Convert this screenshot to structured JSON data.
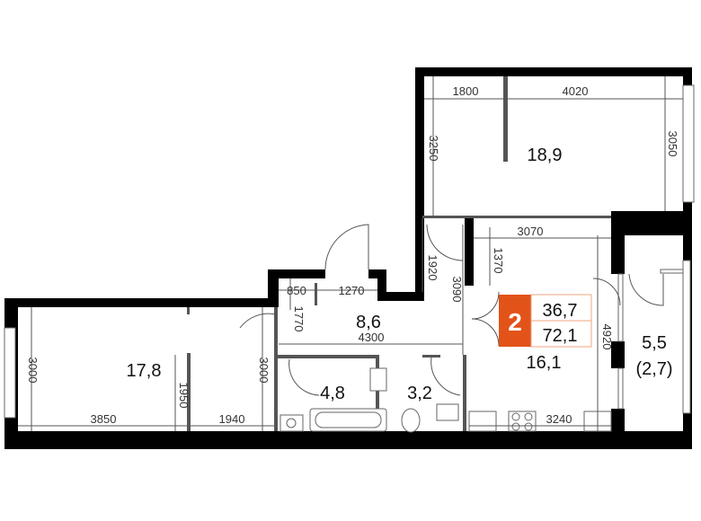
{
  "plan": {
    "rooms_count": "2",
    "living_area": "36,7",
    "total_area": "72,1",
    "badge_color": "#E2531A",
    "rooms": {
      "bedroom_large": "18,9",
      "bedroom_left": "17,8",
      "hall": "8,6",
      "bathroom": "4,8",
      "toilet": "3,2",
      "kitchen_living": "16,1",
      "balcony": "5,5",
      "balcony_reduced": "(2,7)"
    },
    "dimensions": {
      "d1800": "1800",
      "d4020": "4020",
      "d3250": "3250",
      "d3050": "3050",
      "d3070": "3070",
      "d1370": "1370",
      "d1920": "1920",
      "d3090": "3090",
      "d850": "850",
      "d1270": "1270",
      "d1770": "1770",
      "d4300": "4300",
      "d3000a": "3000",
      "d1950": "1950",
      "d3000b": "3000",
      "d3850": "3850",
      "d1940": "1940",
      "d4920": "4920",
      "d3240": "3240"
    }
  }
}
